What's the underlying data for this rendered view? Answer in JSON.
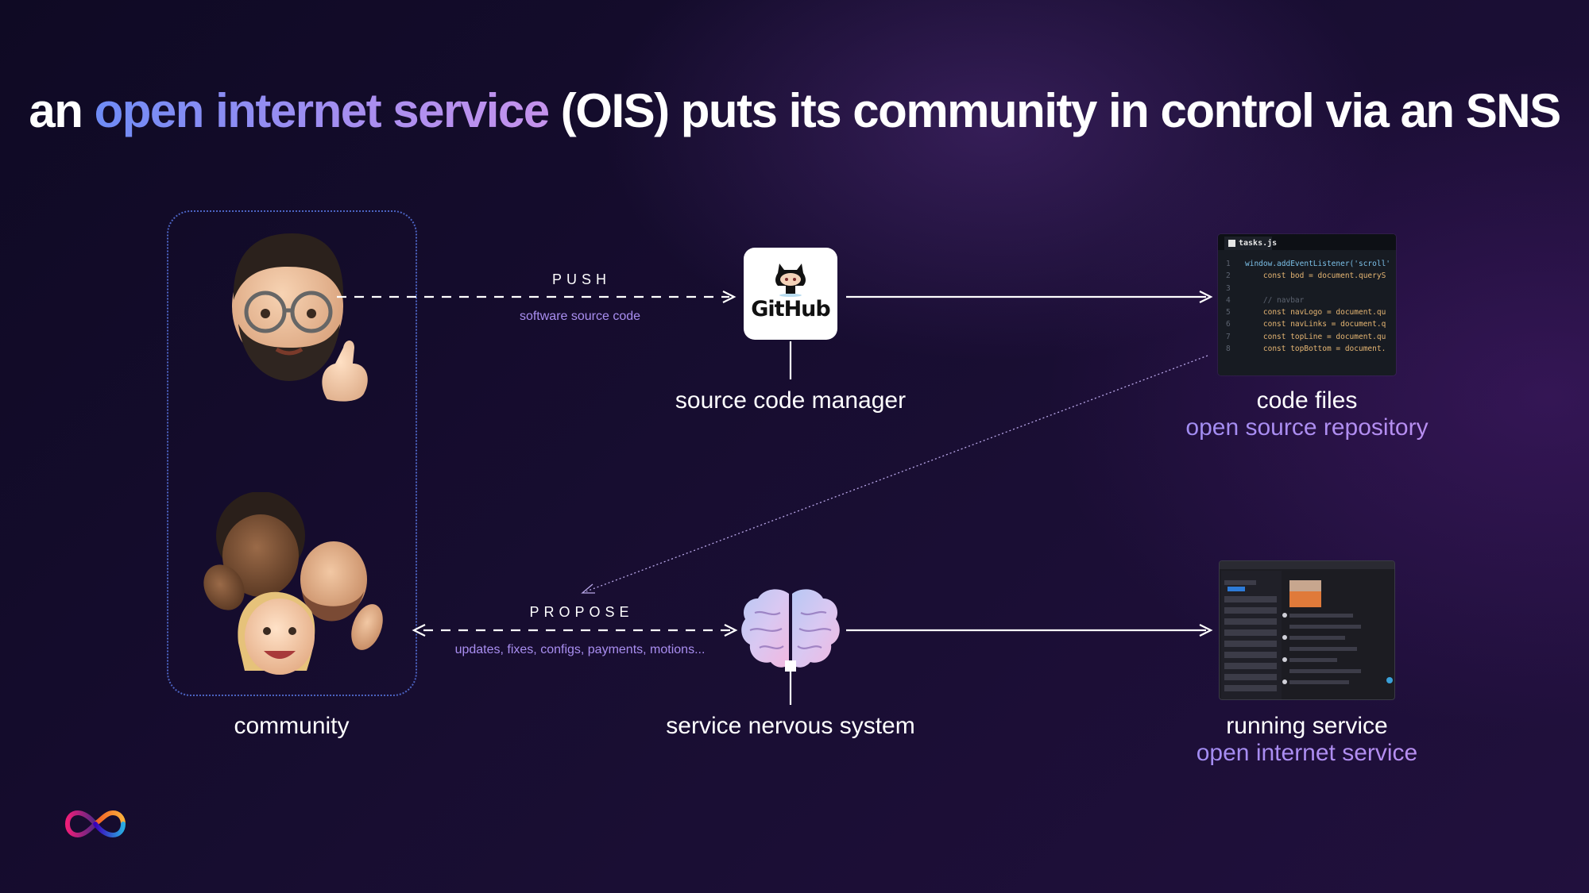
{
  "title": {
    "prefix": "an ",
    "highlight": "open internet service",
    "suffix": " (OIS) puts its community in control via an SNS"
  },
  "community": {
    "label": "community"
  },
  "push": {
    "label": "PUSH",
    "caption": "software source code"
  },
  "propose": {
    "label": "PROPOSE",
    "caption": "updates, fixes, configs, payments, motions..."
  },
  "github": {
    "logo_text": "GitHub",
    "label": "source code manager"
  },
  "sns": {
    "label": "service nervous system"
  },
  "code_files": {
    "label": "code files",
    "sublabel": "open source repository",
    "tab": "tasks.js",
    "line_numbers": [
      "1",
      "2",
      "3",
      "4",
      "5",
      "6",
      "7",
      "8"
    ],
    "lines": [
      "window.addEventListener('scroll'",
      "    const bod = document.queryS",
      "",
      "    // navbar",
      "    const navLogo = document.qu",
      "    const navLinks = document.q",
      "    const topLine = document.qu",
      "    const topBottom = document."
    ]
  },
  "running_service": {
    "label": "running service",
    "sublabel": "open internet service"
  },
  "colors": {
    "accent_blue": "#6f8cf6",
    "accent_purple": "#a98ef0",
    "background": "#170d30"
  },
  "icons": [
    "memoji-thumbs-up-icon",
    "memoji-group-icon",
    "github-octocat-icon",
    "brain-icon",
    "infinity-logo-icon"
  ]
}
